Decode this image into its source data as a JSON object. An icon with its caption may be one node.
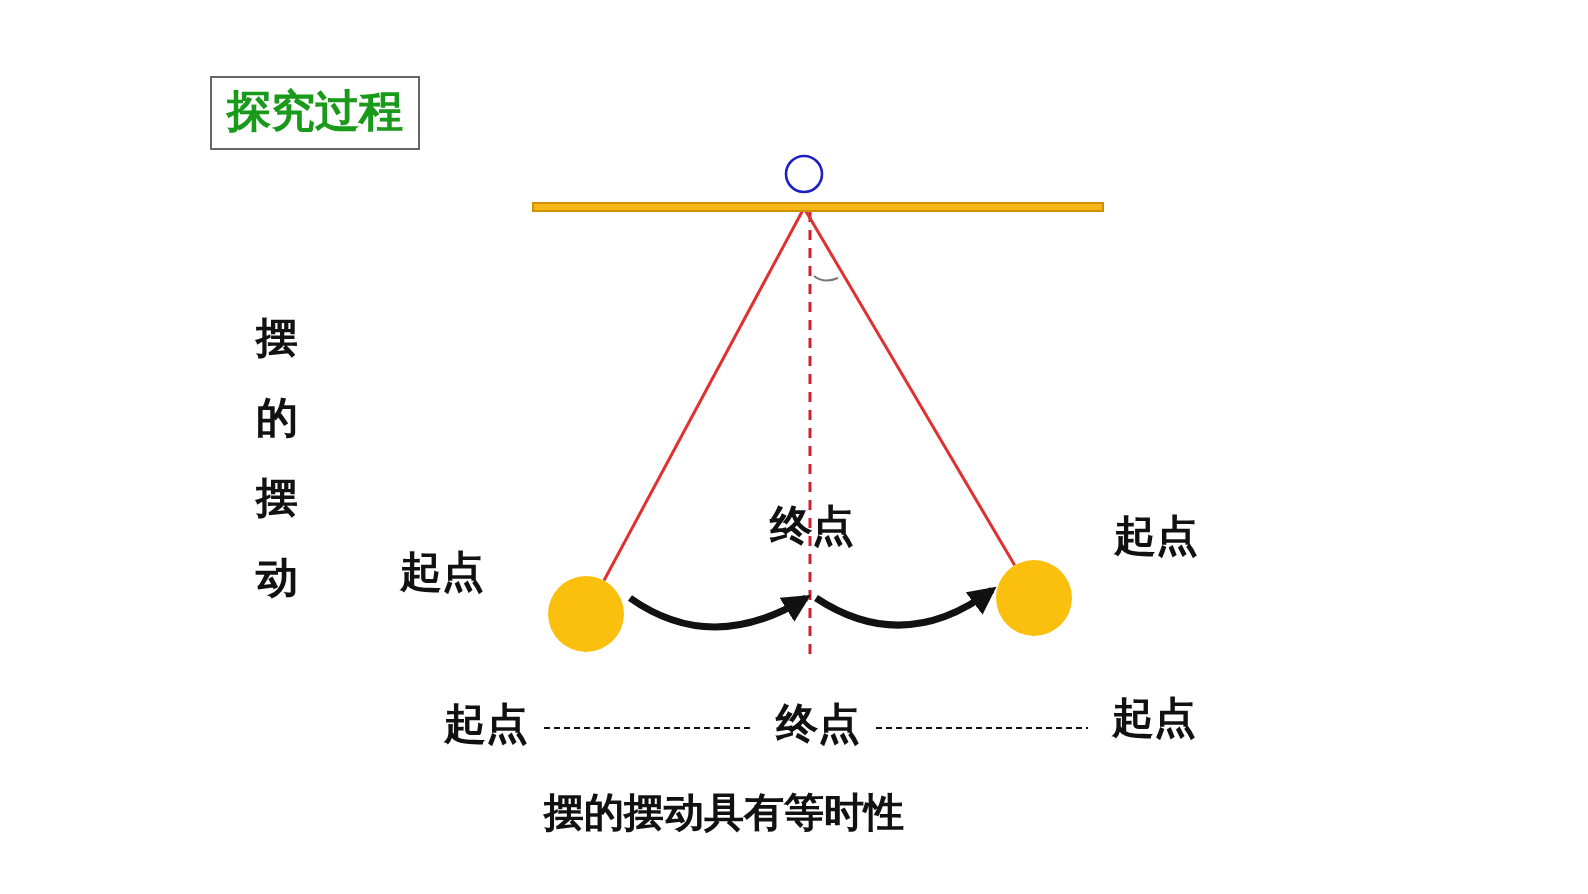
{
  "diagram": {
    "caption": "摆的摆动具有等时性",
    "nodes": [
      {
        "text": [
          "探究过程"
        ]
      },
      {
        "text": [],
        "shape": "bar"
      },
      {
        "text": [],
        "shape": "circle"
      },
      {
        "text": [],
        "shape": "circle"
      },
      {
        "text": [
          "起点"
        ]
      },
      {
        "text": [
          "终点"
        ]
      },
      {
        "text": [
          "起点"
        ]
      }
    ],
    "edges": [
      {
        "from": 1,
        "to": 2,
        "arrow": "none",
        "color": "#e03030"
      },
      {
        "from": 1,
        "to": 3,
        "arrow": "none",
        "color": "#e03030"
      },
      {
        "from": 2,
        "to": null,
        "arrow": "to",
        "style": "thick"
      },
      {
        "from": null,
        "to": 3,
        "arrow": "to",
        "style": "thick"
      },
      {
        "from": 4,
        "to": 5,
        "arrow": "none",
        "style": "dashed"
      },
      {
        "from": 5,
        "to": 6,
        "arrow": "none",
        "style": "dashed"
      }
    ],
    "labels": [
      "摆的摆动",
      "起点",
      "终点",
      "起点"
    ]
  }
}
